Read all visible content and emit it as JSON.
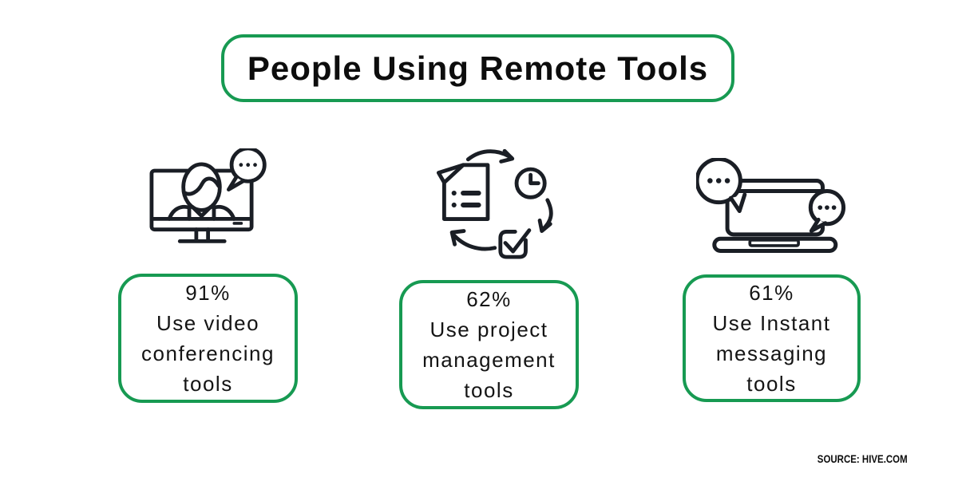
{
  "header": {
    "title": "People Using Remote Tools"
  },
  "cards": [
    {
      "icon": "video-conferencing-icon",
      "percent": "91%",
      "label": "Use video conferencing tools"
    },
    {
      "icon": "project-management-cycle-icon",
      "percent": "62%",
      "label": "Use project management tools"
    },
    {
      "icon": "instant-messaging-icon",
      "percent": "61%",
      "label": "Use Instant messaging tools"
    }
  ],
  "footer": {
    "source": "SOURCE: HIVE.COM"
  },
  "colors": {
    "accent_green": "#179a52",
    "icon_stroke": "#1a1e25",
    "text": "#121212",
    "background": "#ffffff"
  },
  "chart_data": {
    "type": "table",
    "title": "People Using Remote Tools",
    "categories": [
      "Use video conferencing tools",
      "Use project management tools",
      "Use Instant messaging tools"
    ],
    "values": [
      91,
      62,
      61
    ],
    "unit": "%",
    "source": "HIVE.COM",
    "legend_position": "none",
    "grid": false
  }
}
